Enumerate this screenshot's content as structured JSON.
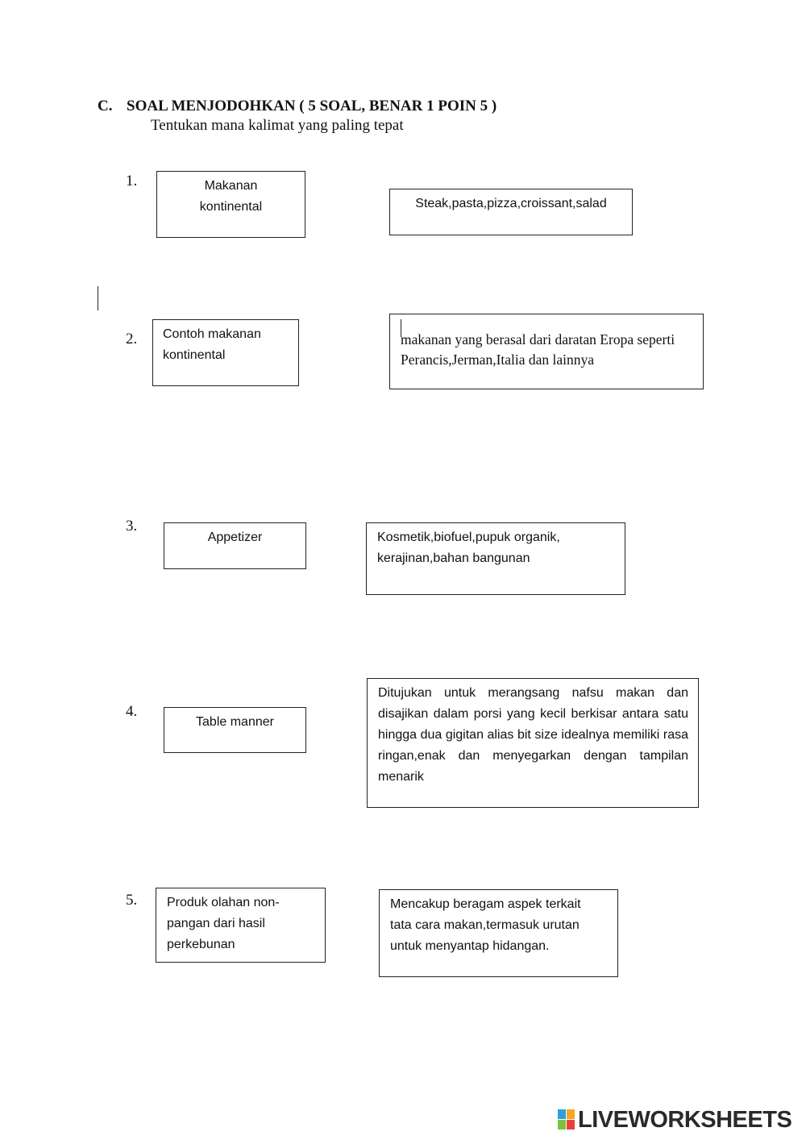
{
  "section": {
    "letter": "C.",
    "title": "SOAL MENJODOHKAN (  5 SOAL, BENAR 1 POIN 5 )",
    "instruction": "Tentukan mana kalimat yang paling tepat"
  },
  "questions": [
    {
      "number": "1.",
      "left_text": "Makanan kontinental",
      "right_text": "Steak,pasta,pizza,croissant,salad"
    },
    {
      "number": "2.",
      "left_text": "Contoh makanan kontinental",
      "right_text": "makanan yang berasal dari daratan Eropa seperti Perancis,Jerman,Italia dan lainnya"
    },
    {
      "number": "3.",
      "left_text": "Appetizer",
      "right_text": "Kosmetik,biofuel,pupuk organik, kerajinan,bahan bangunan"
    },
    {
      "number": "4.",
      "left_text": "Table manner",
      "right_text": "Ditujukan untuk merangsang nafsu makan dan disajikan dalam porsi yang kecil berkisar antara satu hingga dua gigitan alias bit size idealnya memiliki rasa ringan,enak dan menyegarkan dengan tampilan menarik"
    },
    {
      "number": "5.",
      "left_text": "Produk olahan non-pangan dari hasil perkebunan",
      "right_text": "Mencakup beragam aspek terkait tata cara makan,termasuk urutan untuk menyantap hidangan."
    }
  ],
  "footer": {
    "brand": "LIVEWORKSHEETS",
    "logo_colors": [
      "#2e9fd8",
      "#f5a623",
      "#7cc242",
      "#e8423f"
    ]
  }
}
